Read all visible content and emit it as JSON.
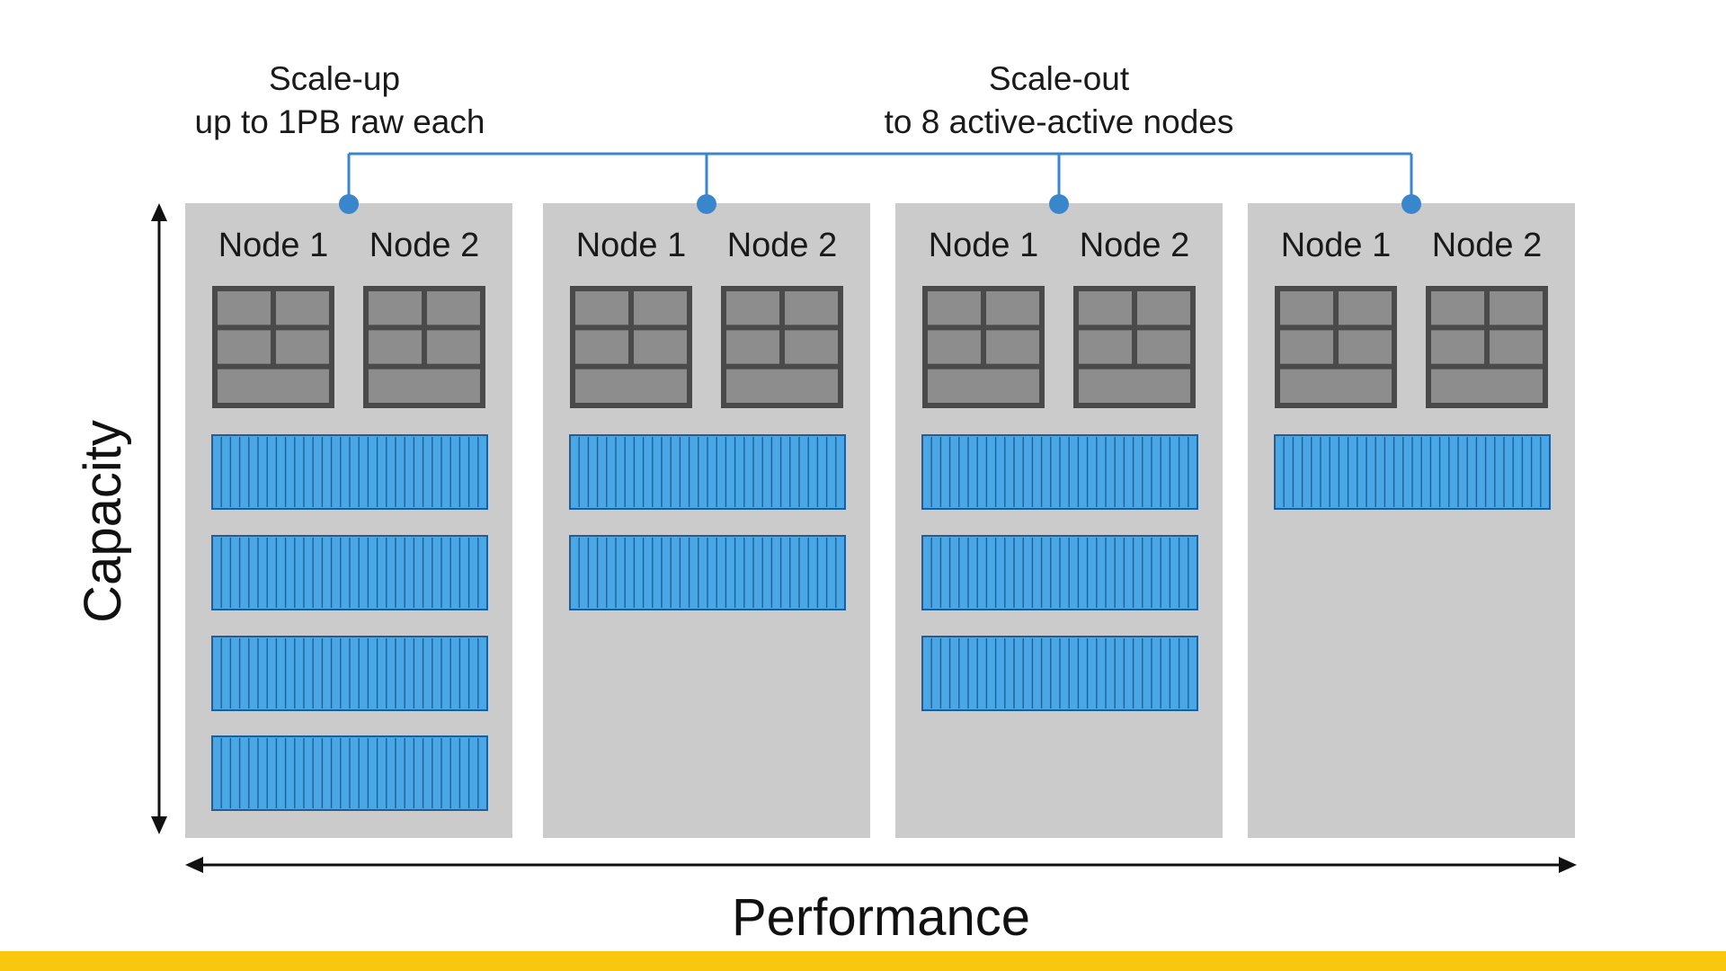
{
  "header": {
    "scale_up_title": "Scale-up",
    "scale_up_sub": "up to 1PB raw each",
    "scale_out_title": "Scale-out",
    "scale_out_sub": "to 8 active-active nodes"
  },
  "axes": {
    "y_label": "Capacity",
    "x_label": "Performance"
  },
  "node_labels": [
    "Node 1",
    "Node 2"
  ],
  "appliances": [
    {
      "expansion_shelves": 4
    },
    {
      "expansion_shelves": 2
    },
    {
      "expansion_shelves": 3
    },
    {
      "expansion_shelves": 1
    }
  ],
  "colors": {
    "panel": "#cbcbcb",
    "controller_frame": "#4a4a4a",
    "controller_cell": "#8d8d8d",
    "shelf_fill": "#4aa7e6",
    "shelf_stripe": "#1d5f9a",
    "connector": "#3a86cc",
    "footer_bar": "#f9c80e"
  }
}
